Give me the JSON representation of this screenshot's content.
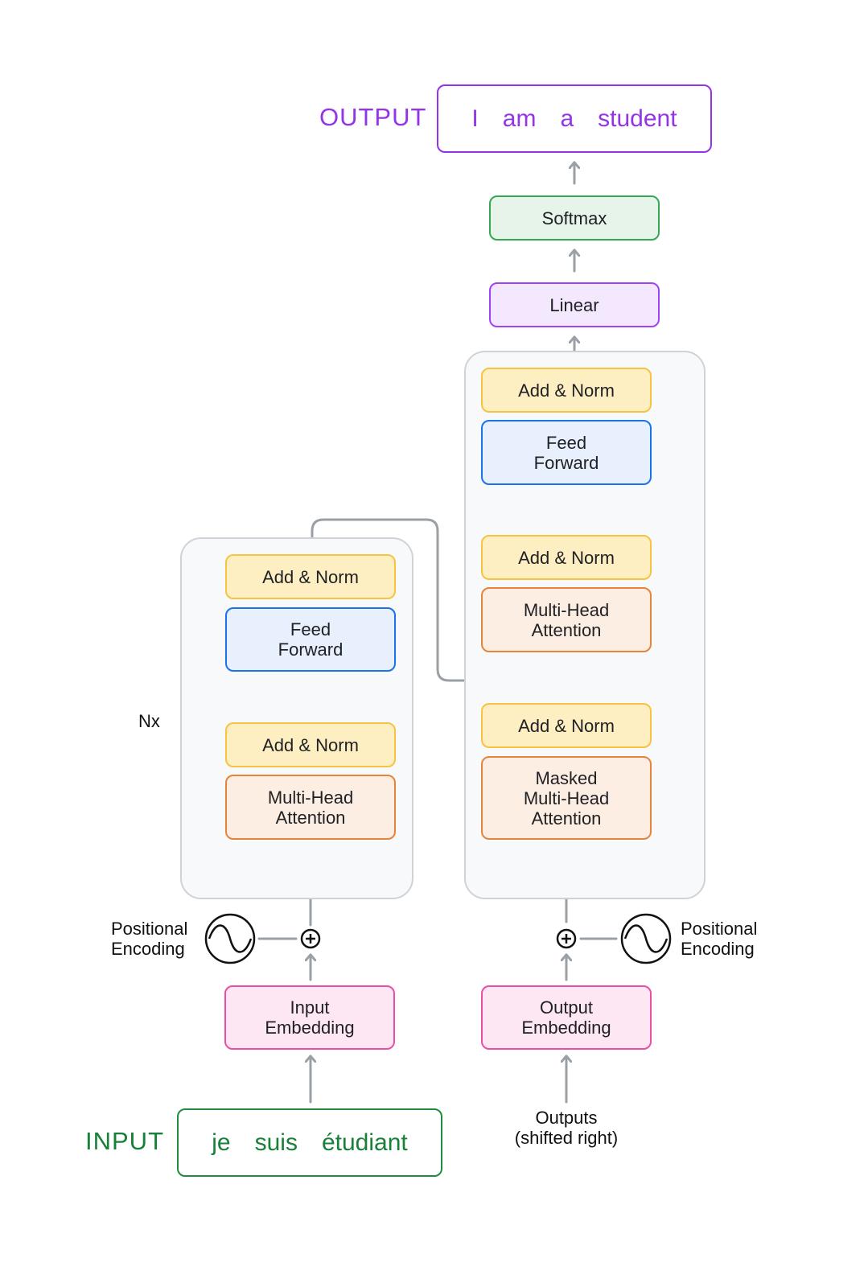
{
  "output": {
    "tag": "OUTPUT",
    "words": [
      "I",
      "am",
      "a",
      "student"
    ]
  },
  "input": {
    "tag": "INPUT",
    "words": [
      "je",
      "suis",
      "étudiant"
    ]
  },
  "decoder": {
    "softmax": "Softmax",
    "linear": "Linear",
    "add_norm_3": "Add & Norm",
    "feed_forward": "Feed\nForward",
    "add_norm_2": "Add & Norm",
    "cross_attention": "Multi-Head\nAttention",
    "add_norm_1": "Add & Norm",
    "masked_attention": "Masked\nMulti-Head\nAttention",
    "embedding": "Output\nEmbedding",
    "positional_encoding": "Positional\nEncoding",
    "outputs_label": "Outputs\n(shifted right)"
  },
  "encoder": {
    "add_norm_2": "Add & Norm",
    "feed_forward": "Feed\nForward",
    "add_norm_1": "Add & Norm",
    "attention": "Multi-Head\nAttention",
    "embedding": "Input\nEmbedding",
    "positional_encoding": "Positional\nEncoding",
    "repeat_label": "Nx"
  },
  "colors": {
    "output": "#9334e6",
    "input": "#188038",
    "wire": "#9aa0a6"
  }
}
